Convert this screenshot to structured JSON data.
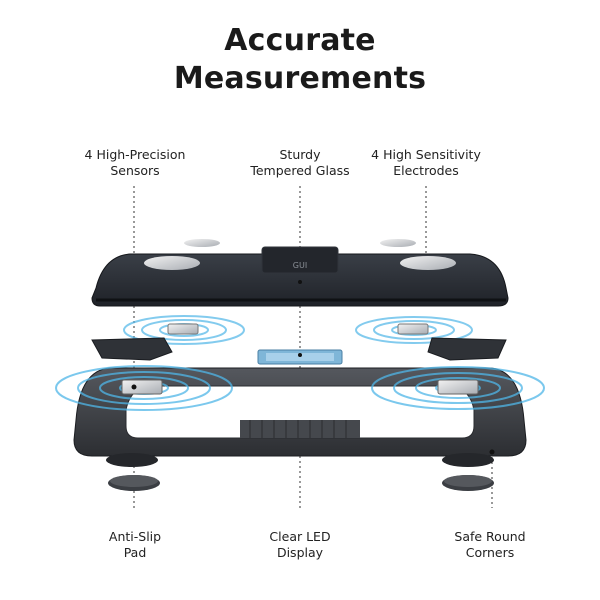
{
  "heading": {
    "line1": "Accurate",
    "line2": "Measurements"
  },
  "callouts": {
    "sensors": {
      "line1": "4 High-Precision",
      "line2": "Sensors"
    },
    "glass": {
      "line1": "Sturdy",
      "line2": "Tempered Glass"
    },
    "electrodes": {
      "line1": "4 High Sensitivity",
      "line2": "Electrodes"
    },
    "pad": {
      "line1": "Anti-Slip",
      "line2": "Pad"
    },
    "display": {
      "line1": "Clear LED",
      "line2": "Display"
    },
    "corners": {
      "line1": "Safe Round",
      "line2": "Corners"
    }
  },
  "brand": {
    "logo_text": "GUI"
  },
  "colors": {
    "glass_top": "#2b2f36",
    "frame": "#3a3d43",
    "signal_ring": "#4fb6e8",
    "display_blue": "#7fb6d8"
  }
}
